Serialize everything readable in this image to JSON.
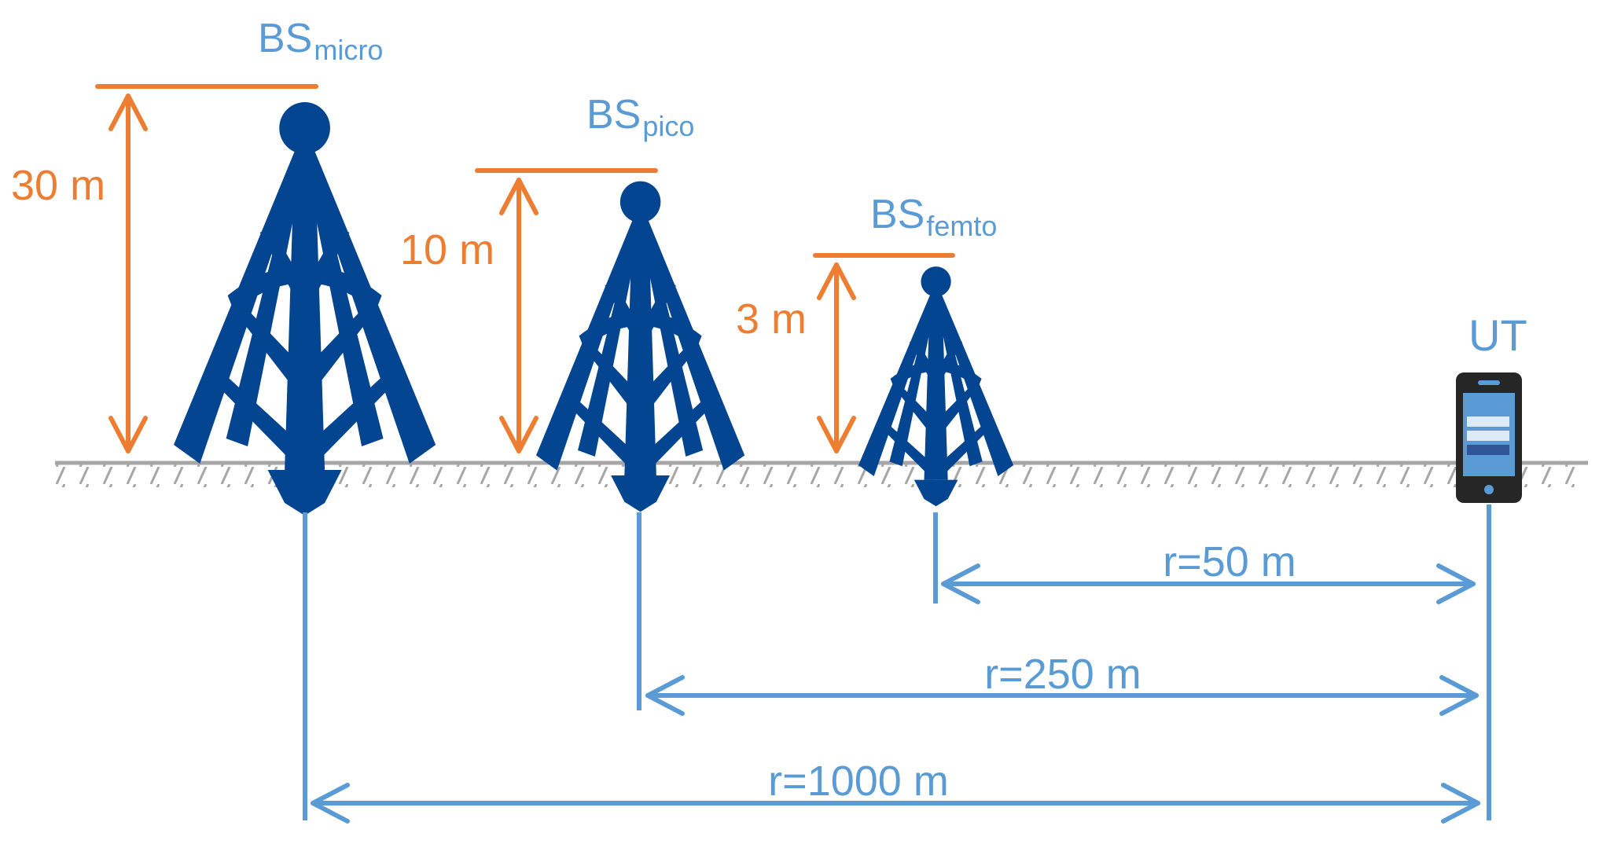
{
  "colors": {
    "tower": "#034590",
    "dimension": "#ED7D31",
    "distance": "#5B9BD5",
    "ground": "#A6A6A6",
    "phone_body": "#262626",
    "phone_screen": "#5B9BD5"
  },
  "stations": [
    {
      "id": "micro",
      "base": "BS",
      "sub": "micro",
      "height_label": "30 m",
      "height_m": 30
    },
    {
      "id": "pico",
      "base": "BS",
      "sub": "pico",
      "height_label": "10 m",
      "height_m": 10
    },
    {
      "id": "femto",
      "base": "BS",
      "sub": "femto",
      "height_label": "3 m",
      "height_m": 3
    }
  ],
  "user_terminal": {
    "label": "UT",
    "icon": "smartphone-icon"
  },
  "distances": [
    {
      "from": "femto",
      "label": "r=50 m",
      "r_m": 50
    },
    {
      "from": "pico",
      "label": "r=250 m",
      "r_m": 250
    },
    {
      "from": "micro",
      "label": "r=1000 m",
      "r_m": 1000
    }
  ],
  "icons": {
    "tower": "cell-tower-icon",
    "ground": "ground-hatch"
  }
}
